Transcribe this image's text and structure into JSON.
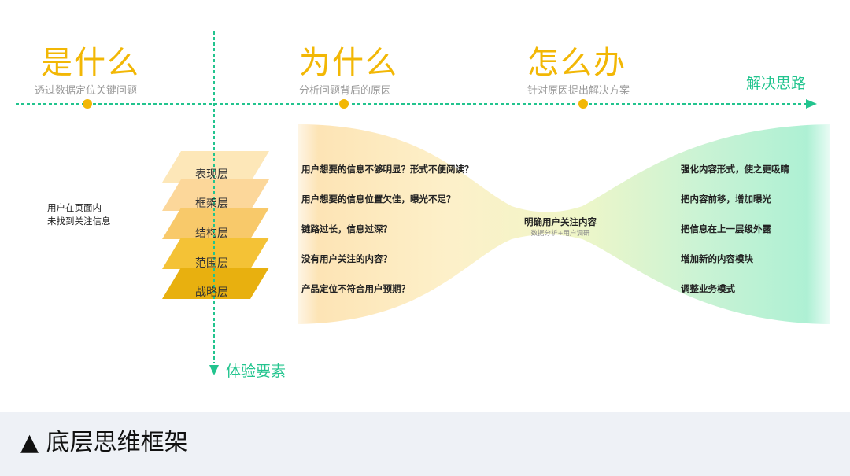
{
  "columns": [
    {
      "title": "是什么",
      "subtitle": "透过数据定位关键问题"
    },
    {
      "title": "为什么",
      "subtitle": "分析问题背后的原因"
    },
    {
      "title": "怎么办",
      "subtitle": "针对原因提出解决方案"
    }
  ],
  "axis_right_label": "解决思路",
  "axis_down_label": "体验要素",
  "left_note": "用户在页面内\n未找到关注信息",
  "layers": [
    "表现层",
    "框架层",
    "结构层",
    "范围层",
    "战略层"
  ],
  "causes": [
    "用户想要的信息不够明显？形式不便阅读？",
    "用户想要的信息位置欠佳，曝光不足？",
    "链路过长，信息过深？",
    "没有用户关注的内容？",
    "产品定位不符合用户预期？"
  ],
  "center_title": "明确用户关注内容",
  "center_sub": "数据分析+用户调研",
  "solutions": [
    "强化内容形式，使之更吸睛",
    "把内容前移，增加曝光",
    "把信息在上一层级外露",
    "增加新的内容模块",
    "调整业务模式"
  ],
  "caption": "▲ 底层思维框架",
  "colors": {
    "accent_green": "#22c48e",
    "title_yellow": "#f2b705",
    "layer_top": "#fde7b8",
    "layer_bottom": "#e8b00f"
  }
}
